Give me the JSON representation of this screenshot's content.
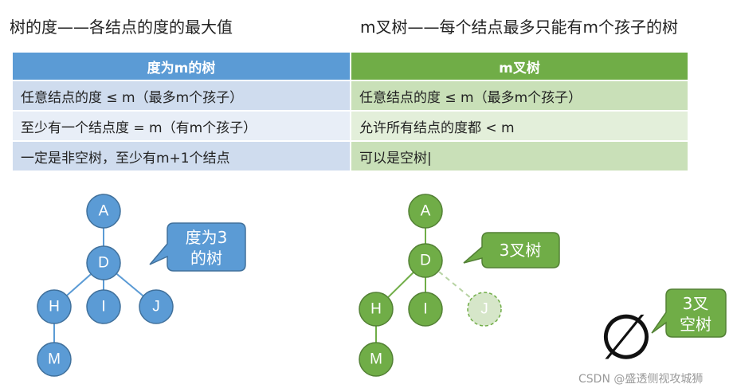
{
  "headings": {
    "left": "树的度——各结点的度的最大值",
    "right": "m叉树——每个结点最多只能有m个孩子的树"
  },
  "table": {
    "headers": [
      "度为m的树",
      "m叉树"
    ],
    "rows": [
      [
        "任意结点的度 ≤ m（最多m个孩子）",
        "任意结点的度 ≤ m（最多m个孩子）"
      ],
      [
        "至少有一个结点度 = m（有m个孩子）",
        "允许所有结点的度都 < m"
      ],
      [
        "一定是非空树，至少有m+1个结点",
        "可以是空树|"
      ]
    ]
  },
  "left_tree": {
    "nodes": [
      "A",
      "D",
      "H",
      "I",
      "J",
      "M"
    ],
    "callout": [
      "度为3",
      "的树"
    ],
    "color": "#5b9bd5"
  },
  "right_tree": {
    "nodes": [
      "A",
      "D",
      "H",
      "I",
      "J",
      "M"
    ],
    "callout": "3叉树",
    "color": "#70ad47",
    "ghost_color": "#d6e6c9"
  },
  "empty_tree": {
    "symbol": "∅",
    "callout": [
      "3叉",
      "空树"
    ]
  },
  "watermark": "CSDN @盛透侧视攻城狮"
}
